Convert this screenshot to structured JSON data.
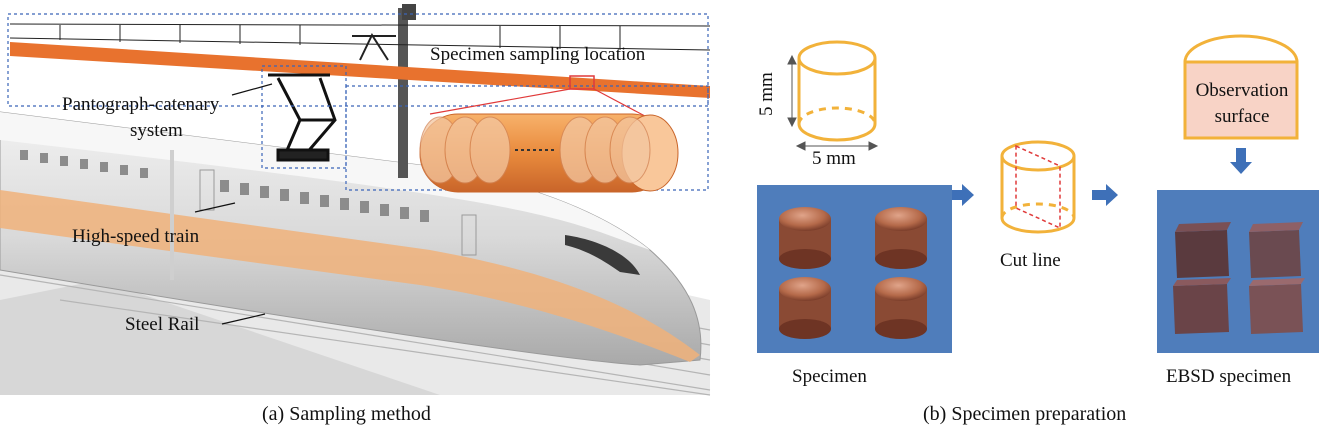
{
  "panel_a": {
    "caption": "(a) Sampling method",
    "labels": {
      "sampling_location": "Specimen sampling location",
      "pantograph_line1": "Pantograph-catenary",
      "pantograph_line2": "system",
      "train": "High-speed train",
      "rail": "Steel Rail"
    }
  },
  "panel_b": {
    "caption": "(b) Specimen preparation",
    "labels": {
      "height_dim": "5 mm",
      "width_dim": "5 mm",
      "cut_line": "Cut line",
      "observation_line1": "Observation",
      "observation_line2": "surface",
      "specimen": "Specimen",
      "ebsd": "EBSD specimen"
    }
  },
  "colors": {
    "wire_orange": "#e8722e",
    "cylinder_outline": "#f2b23a",
    "cut_red": "#e03a3a",
    "arrow_blue": "#3e70b8",
    "photo_blue": "#4f7dbb",
    "dashed_frame_blue": "#3a64b8",
    "copper": "#b56a4a"
  }
}
